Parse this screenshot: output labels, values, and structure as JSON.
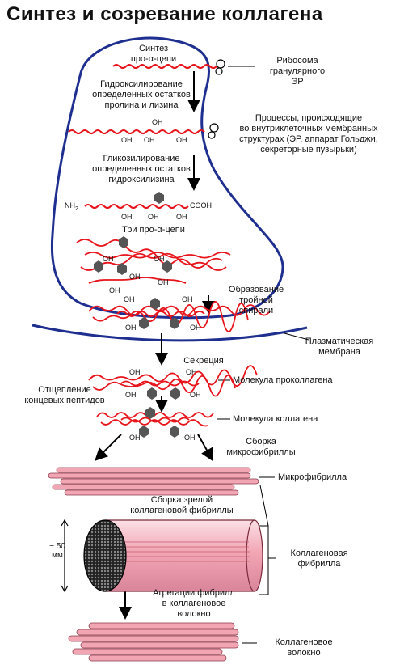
{
  "title": "Синтез и созревание коллагена",
  "steps": {
    "synthesis": "Синтез\nпро-α-цепи",
    "hydroxylation": "Гидроксилирование\nопределенных остатков\nпролина и лизина",
    "glycosylation": "Гликозилирование\nопределенных остатков\nгидроксилизина",
    "three_chains": "Три про-α-цепи",
    "triple_helix": "Образование\nтройной\nспирали",
    "secretion": "Секреция",
    "cleavage": "Отщепление\nконцевых пептидов",
    "procollagen": "Молекула проколлагена",
    "collagen_molecule": "Молекула коллагена",
    "microfibril_assembly": "Сборка\nмикрофибриллы",
    "microfibril": "Микрофибрилла",
    "mature_fibril_assembly": "Сборка зрелой\nколлагеновой фибриллы",
    "collagen_fibril": "Коллагеновая\nфибрилла",
    "aggregation": "Агрегации фибрилл\nв коллагеновое\nволокно",
    "collagen_fiber": "Коллагеновое\nволокно"
  },
  "side_labels": {
    "ribosome": "Рибосома\nгранулярного\nЭР",
    "processes": "Процессы, происходящие\nво внутриклеточных мембранных\nструктурах (ЭР, аппарат Гольджи,\nсекреторные пузырьки)",
    "plasma_membrane": "Плазматическая\nмембрана"
  },
  "chem": {
    "oh": "OH",
    "nh2": "NH",
    "nh2_sub": "2",
    "cooh": "COOH"
  },
  "scale": {
    "value": "~ 50",
    "unit": "мм"
  },
  "colors": {
    "membrane": "#1e2f8f",
    "chain": "#e8141c",
    "sugar": "#555555",
    "fibril_pink": "#f2a6b4",
    "fibril_dark": "#c8707f",
    "arrow": "#000000"
  }
}
